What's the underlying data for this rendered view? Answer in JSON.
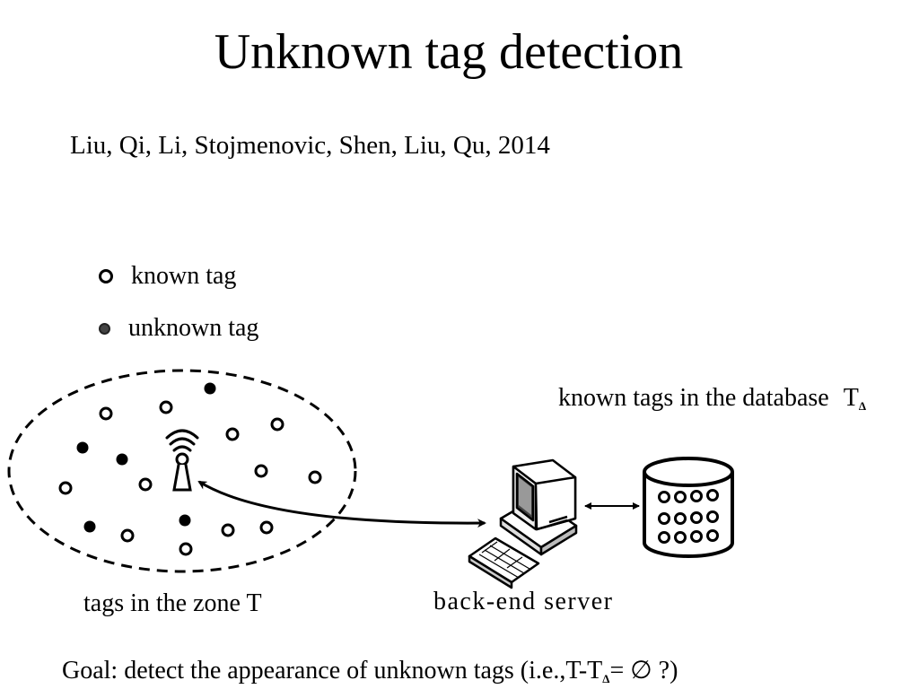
{
  "slide": {
    "title": "Unknown tag detection",
    "authors": "Liu, Qi, Li, Stojmenovic, Shen, Liu, Qu, 2014"
  },
  "legend": {
    "known_label": "known tag",
    "unknown_label": "unknown tag"
  },
  "labels": {
    "database_text": "known tags in the database",
    "database_symbol": "T",
    "database_subscript": "Δ",
    "zone": "tags in the zone T",
    "server": "back-end server"
  },
  "goal": {
    "prefix": "Goal: detect the appearance of unknown tags (i.e.,T-T",
    "subscript": "Δ",
    "suffix": "= ∅ ?)"
  }
}
